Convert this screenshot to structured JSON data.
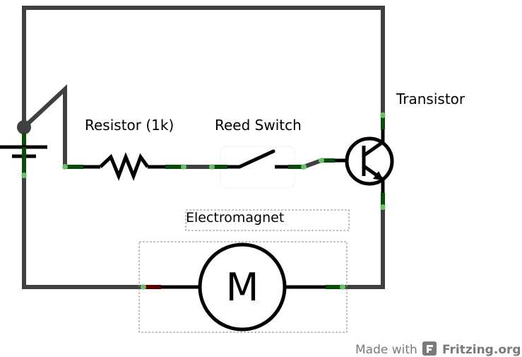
{
  "diagram": {
    "type": "schematic",
    "components": [
      {
        "id": "battery",
        "label": ""
      },
      {
        "id": "resistor",
        "label": "Resistor (1k)"
      },
      {
        "id": "reed-switch",
        "label": "Reed Switch"
      },
      {
        "id": "transistor",
        "label": "Transistor"
      },
      {
        "id": "motor",
        "label": "Electromagnet",
        "symbol_text": "M"
      }
    ]
  },
  "footer": {
    "made_with": "Made with",
    "brand": "Fritzing.org"
  },
  "colors": {
    "wire": "#404040",
    "component": "#000000",
    "connected_pin": "#0a4a0a",
    "unconnected_pin": "#5a0000",
    "connector_dot": "#7ae07a",
    "footer": "#7a7a7a"
  }
}
